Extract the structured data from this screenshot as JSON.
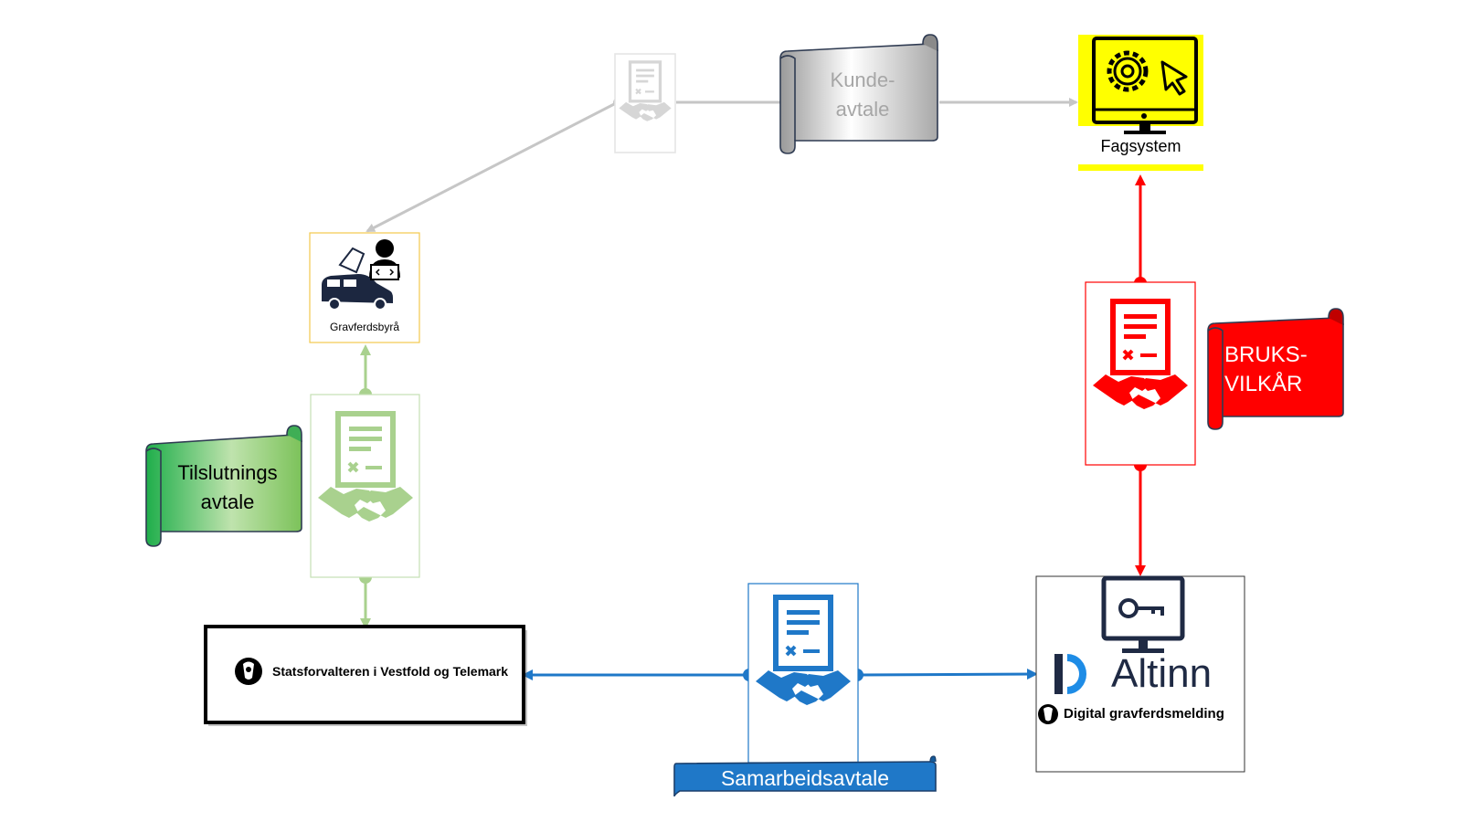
{
  "nodes": {
    "fagsystem": {
      "label": "Fagsystem",
      "highlight_color": "#ffff00"
    },
    "gravferdsbyra": {
      "label": "Gravferdsbyrå",
      "border_color": "#f2c94c"
    },
    "statsforvalteren": {
      "label": "Statsforvalteren i Vestfold og Telemark"
    },
    "altinn": {
      "brand": "Altinn",
      "service": "Digital gravferdsmelding"
    }
  },
  "agreements": {
    "kundeavtale": {
      "line1": "Kunde-",
      "line2": "avtale",
      "color": "#c0c0c0"
    },
    "bruksvilkar": {
      "line1": "BRUKS-",
      "line2": "VILKÅR",
      "color": "#ff0000"
    },
    "tilslutningsavtale": {
      "line1": "Tilslutnings",
      "line2": "avtale",
      "color": "#9ccf81"
    },
    "samarbeidsavtale": {
      "label": "Samarbeidsavtale",
      "color": "#1f78c8"
    }
  },
  "icons": [
    "contract-handshake-icon",
    "gear-monitor-icon",
    "key-monitor-icon",
    "hearse-icon",
    "coder-icon",
    "coat-of-arms-icon"
  ]
}
